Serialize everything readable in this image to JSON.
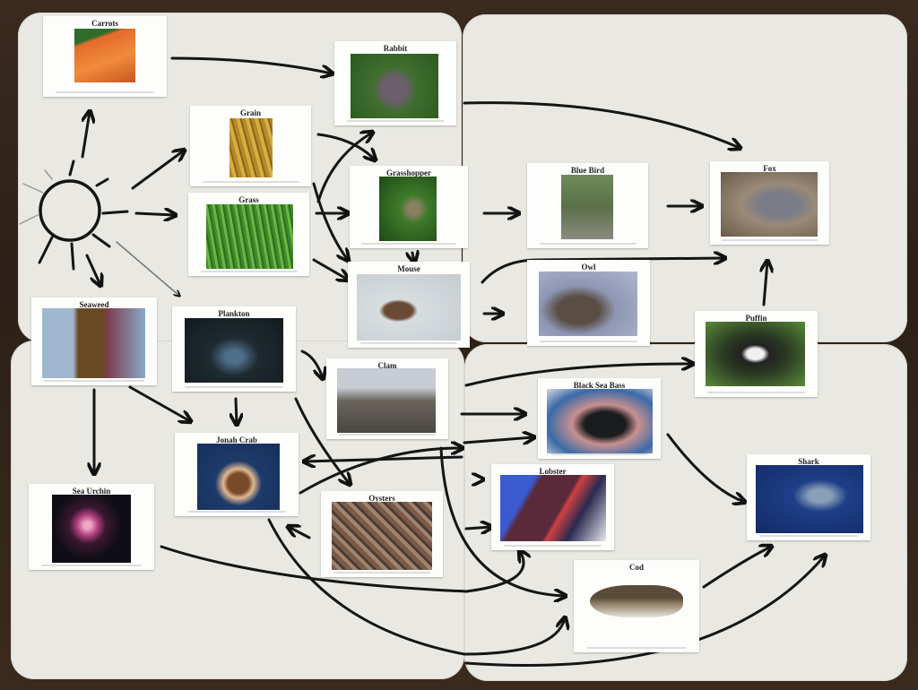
{
  "diagram": {
    "type": "food web on whiteboards",
    "sun": {
      "label_icon": "sun-icon"
    },
    "cards": [
      {
        "id": "carrots",
        "title": "Carrots"
      },
      {
        "id": "rabbit",
        "title": "Rabbit"
      },
      {
        "id": "grain",
        "title": "Grain"
      },
      {
        "id": "grass",
        "title": "Grass"
      },
      {
        "id": "grasshopper",
        "title": "Grasshopper"
      },
      {
        "id": "mouse",
        "title": "Mouse"
      },
      {
        "id": "bluebird",
        "title": "Blue Bird"
      },
      {
        "id": "fox",
        "title": "Fox"
      },
      {
        "id": "owl",
        "title": "Owl"
      },
      {
        "id": "puffin",
        "title": "Puffin"
      },
      {
        "id": "seaweed",
        "title": "Seaweed"
      },
      {
        "id": "plankton",
        "title": "Plankton"
      },
      {
        "id": "clam",
        "title": "Clam"
      },
      {
        "id": "blackseabass",
        "title": "Black Sea Bass"
      },
      {
        "id": "jonahcrab",
        "title": "Jonah Crab"
      },
      {
        "id": "seaurchin",
        "title": "Sea Urchin"
      },
      {
        "id": "oysters",
        "title": "Oysters"
      },
      {
        "id": "lobster",
        "title": "Lobster"
      },
      {
        "id": "shark",
        "title": "Shark"
      },
      {
        "id": "cod",
        "title": "Cod"
      }
    ],
    "edges": [
      [
        "sun",
        "carrots"
      ],
      [
        "sun",
        "grain"
      ],
      [
        "sun",
        "grass"
      ],
      [
        "sun",
        "seaweed"
      ],
      [
        "sun",
        "plankton"
      ],
      [
        "carrots",
        "rabbit"
      ],
      [
        "grain",
        "grasshopper"
      ],
      [
        "grass",
        "rabbit"
      ],
      [
        "grass",
        "grasshopper"
      ],
      [
        "grass",
        "mouse"
      ],
      [
        "grasshopper",
        "mouse"
      ],
      [
        "grasshopper",
        "bluebird"
      ],
      [
        "rabbit",
        "fox"
      ],
      [
        "bluebird",
        "fox"
      ],
      [
        "mouse",
        "owl"
      ],
      [
        "mouse",
        "fox"
      ],
      [
        "puffin",
        "fox"
      ],
      [
        "seaweed",
        "seaurchin"
      ],
      [
        "seaweed",
        "jonahcrab"
      ],
      [
        "plankton",
        "jonahcrab"
      ],
      [
        "plankton",
        "clam"
      ],
      [
        "plankton",
        "oysters"
      ],
      [
        "clam",
        "blackseabass"
      ],
      [
        "oysters",
        "jonahcrab"
      ],
      [
        "blackseabass",
        "shark"
      ],
      [
        "seaurchin",
        "cod"
      ],
      [
        "jonahcrab",
        "cod"
      ],
      [
        "lobster",
        "cod"
      ],
      [
        "cod",
        "shark"
      ],
      [
        "jonahcrab",
        "shark"
      ]
    ]
  }
}
